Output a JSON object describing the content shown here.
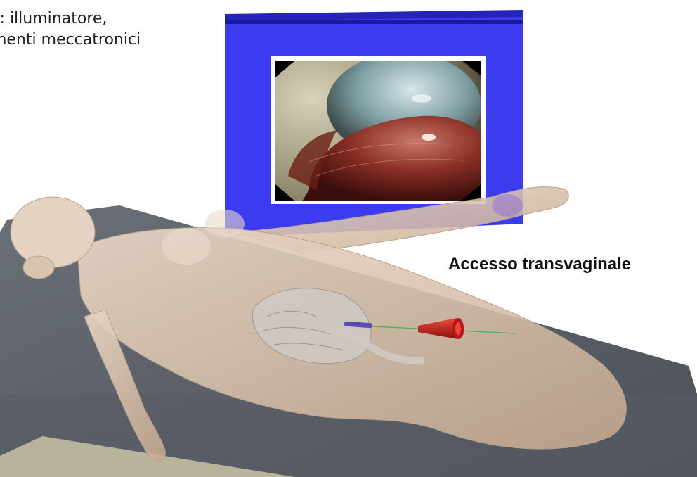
{
  "caption": {
    "line1": "e: illuminatore,",
    "line2": "onenti meccatronici"
  },
  "access_label": "Accesso transvaginale",
  "colors": {
    "monitor_frame": "#3b3bf0",
    "monitor_frame_dark": "#2424b8",
    "screen_border": "#ffffff",
    "table_top": "#5d626a",
    "skin": "#d9c2ad",
    "probe": "#c41c1c",
    "instrument": "#5a4ab8",
    "guide_line": "#3cb54a"
  },
  "icons": [
    "endoscopic-view-image",
    "patient-figure",
    "surgical-probe-icon"
  ]
}
